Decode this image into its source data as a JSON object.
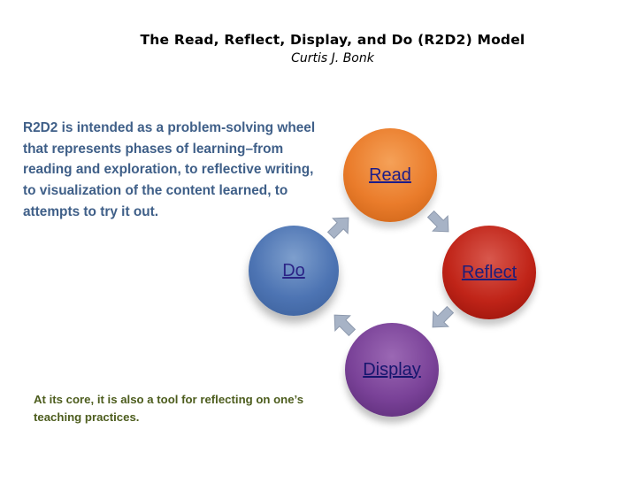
{
  "header": {
    "title": "The Read, Reflect, Display, and Do (R2D2) Model",
    "author": "Curtis J. Bonk"
  },
  "description": {
    "intro_lines": [
      "R2D2  is intended as a problem-solving wheel",
      "that represents phases of learning–from",
      "reading and exploration, to reflective writing,",
      "to visualization of the content learned, to",
      "attempts to try it out."
    ],
    "core_lines": [
      "At its core, it is also a tool for reflecting on one’s",
      "teaching practices."
    ]
  },
  "cycle": {
    "read": "Read",
    "reflect": "Reflect",
    "display": "Display",
    "do": "Do"
  },
  "colors": {
    "read": "#ea7c2b",
    "reflect": "#c02418",
    "display": "#7a4298",
    "do": "#4d74b3",
    "intro_text": "#3f5f88",
    "core_text": "#4d5d1e",
    "arrow": "#a7b3c6"
  }
}
